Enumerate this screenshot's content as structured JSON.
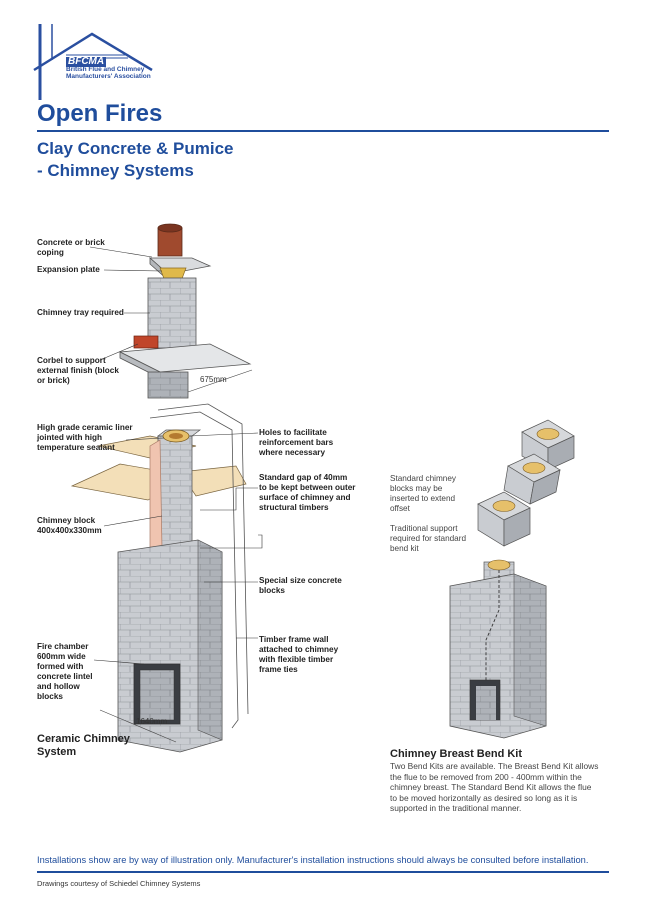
{
  "logo": {
    "abbr": "BFCMA",
    "name": "British Flue and Chimney Manufacturers' Association"
  },
  "title": "Open Fires",
  "subtitle_line1": "Clay Concrete & Pumice",
  "subtitle_line2": "- Chimney Systems",
  "top_diagram": {
    "labels": {
      "coping": "Concrete or brick coping",
      "expansion": "Expansion plate",
      "tray": "Chimney tray required",
      "corbel": "Corbel to support external finish (block or brick)",
      "dimension": "675mm"
    }
  },
  "ceramic_diagram": {
    "labels": {
      "liner": "High grade ceramic liner jointed with high temperature sealant",
      "holes": "Holes to facilitate reinforcement bars where necessary",
      "gap": "Standard gap of 40mm to be kept between outer surface of chimney and structural timbers",
      "block": "Chimney block 400x400x330mm",
      "special": "Special size concrete blocks",
      "timber": "Timber frame wall attached to chimney with flexible timber frame ties",
      "fire_chamber": "Fire chamber 600mm wide formed with concrete lintel and hollow blocks",
      "dimension": "1640mm"
    },
    "caption": "Ceramic Chimney System"
  },
  "bend_diagram": {
    "labels": {
      "standard_blocks": "Standard chimney blocks may be inserted to extend offset",
      "support": "Traditional support required for standard bend kit"
    },
    "caption_title": "Chimney Breast Bend Kit",
    "caption_body": "Two Bend Kits are available. The Breast Bend Kit allows the flue to be removed from 200 - 400mm within the chimney breast. The Standard Bend Kit allows the flue to be moved horizontally as desired so long as it is supported in the traditional manner."
  },
  "disclaimer": "Installations show are by way of illustration only. Manufacturer's installation instructions should always be consulted before installation.",
  "credit": "Drawings courtesy of Schiedel Chimney Systems",
  "colors": {
    "brand_blue": "#1f4d9c",
    "block_grey": "#c9ccd1",
    "block_dark": "#9ea2a8",
    "flue_terracotta": "#a04a2e",
    "liner_pink": "#f0c4b0",
    "timber": "#f3dfb8",
    "brick": "#c0452a"
  }
}
